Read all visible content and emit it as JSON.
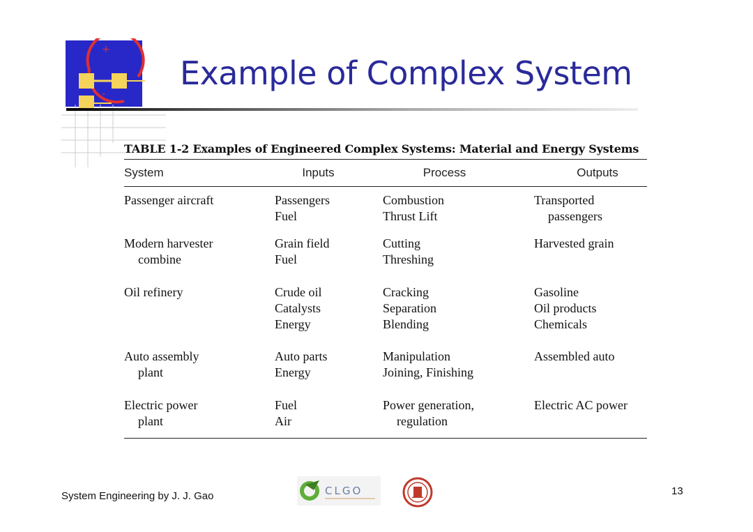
{
  "slide": {
    "title": "Example of Complex System",
    "footer": "System Engineering by J. J. Gao",
    "page_number": "13",
    "logo_text": "CLGO"
  },
  "table": {
    "caption": "TABLE 1-2   Examples of Engineered Complex Systems: Material and Energy Systems",
    "headers": [
      "System",
      "Inputs",
      "Process",
      "Outputs"
    ],
    "rows": [
      {
        "system": [
          "Passenger aircraft"
        ],
        "inputs": [
          "Passengers",
          "Fuel"
        ],
        "process": [
          "Combustion",
          "Thrust Lift"
        ],
        "outputs": [
          "Transported",
          "passengers"
        ]
      },
      {
        "system": [
          "Modern harvester",
          "combine"
        ],
        "inputs": [
          "Grain field",
          "Fuel"
        ],
        "process": [
          "Cutting",
          "Threshing"
        ],
        "outputs": [
          "Harvested grain"
        ]
      },
      {
        "system": [
          "Oil refinery"
        ],
        "inputs": [
          "Crude oil",
          "Catalysts",
          "Energy"
        ],
        "process": [
          "Cracking",
          "Separation",
          "Blending"
        ],
        "outputs": [
          "Gasoline",
          "Oil products",
          "Chemicals"
        ]
      },
      {
        "system": [
          "Auto assembly",
          "plant"
        ],
        "inputs": [
          "Auto parts",
          "Energy"
        ],
        "process": [
          "Manipulation",
          "Joining, Finishing"
        ],
        "outputs": [
          "Assembled auto"
        ]
      },
      {
        "system": [
          "Electric power",
          "plant"
        ],
        "inputs": [
          "Fuel",
          "Air"
        ],
        "process": [
          "Power generation,",
          "regulation"
        ],
        "outputs": [
          "Electric AC power"
        ]
      }
    ]
  }
}
